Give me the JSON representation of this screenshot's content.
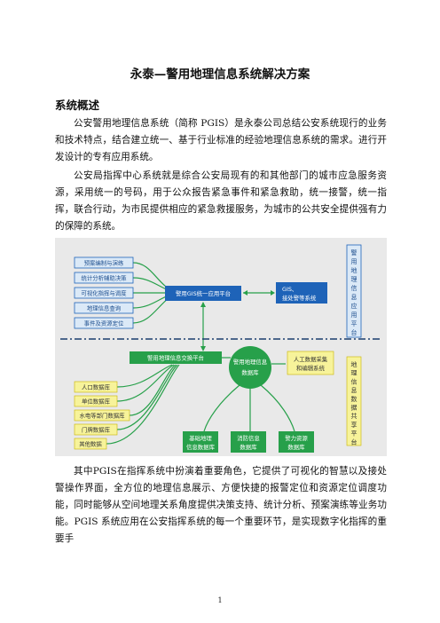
{
  "document": {
    "title": "永泰—警用地理信息系统解决方案",
    "section_heading": "系统概述",
    "paragraphs": [
      "公安警用地理信息系统（简称 PGIS）是永泰公司总结公安系统现行的业务和技术特点，结合建立统一、基于行业标准的经验地理信息系统的需求。进行开发设计的专有应用系统。",
      "公安局指挥中心系统就是综合公安局现有的和其他部门的城市应急服务资源，采用统一的号码，用于公众报告紧急事件和紧急救助，统一接警，统一指挥，联合行动，为市民提供相应的紧急救援服务，为城市的公共安全提供强有力的保障的系统。",
      "其中PGIS在指挥系统中扮演着重要角色，它提供了可视化的智慧以及接处警操作界面，全方位的地理信息展示、方便快捷的报警定位和资源定位调度功能，同时能够从空间地理关系角度提供决策支持、统计分析、预案演练等业务功能。PGIS 系统应用在公安指挥系统的每一个重要环节，是实现数字化指挥的重要手"
    ],
    "page_number": "1"
  },
  "diagram": {
    "left_items": [
      "预案编制与演练",
      "统计分析辅助决策",
      "可视化指挥与调度",
      "地理信息查询",
      "事件及资源定位"
    ],
    "platform": "警用GIS统一应用平台",
    "gis_box": [
      "GIS、",
      "接处警等系统"
    ],
    "right_top_vertical": [
      "警",
      "用",
      "地",
      "理",
      "信",
      "息",
      "应",
      "用",
      "平",
      "台"
    ],
    "share_platform": "警用地理信息交换平台",
    "db_center": [
      "警用地理信息",
      "数据库"
    ],
    "manual_box": [
      "人工数据采集",
      "和编辑系统"
    ],
    "db_items": [
      "人口数据库",
      "单位数据库",
      "水电等部门数据库",
      "门牌数据库",
      "其他数据"
    ],
    "bottom_boxes": [
      [
        "基础地理",
        "信息数据库"
      ],
      [
        "消防信息",
        "数据库"
      ],
      [
        "警力资源",
        "数据库"
      ]
    ],
    "right_bottom_vertical": [
      "地",
      "理",
      "信",
      "息",
      "数",
      "据",
      "共",
      "享",
      "平",
      "台"
    ],
    "colors": {
      "blue_box": "#1e63b8",
      "light_blue_box": "#dbe9f7",
      "green_box": "#27a04a",
      "yellow_box": "#f7f39a",
      "connector": "#27a04a",
      "background": "#e9e9e9"
    }
  }
}
